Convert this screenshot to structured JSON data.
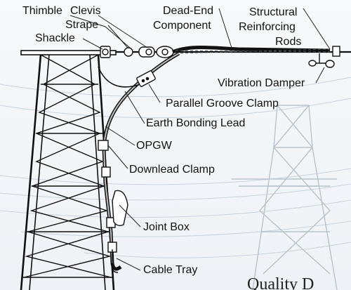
{
  "labels": {
    "thimble": "Thimble",
    "clevis": "Clevis",
    "dead_end_1": "Dead-End",
    "dead_end_2": "Component",
    "structural_1": "Structural",
    "structural_2": "Reinforcing",
    "structural_3": "Rods",
    "strape": "Strape",
    "shackle": "Shackle",
    "vibration_damper": "Vibration Damper",
    "parallel_groove_clamp": "Parallel Groove Clamp",
    "earth_bonding_lead": "Earth Bonding Lead",
    "opgw": "OPGW",
    "downlead_clamp": "Downlead Clamp",
    "joint_box": "Joint Box",
    "cable_tray": "Cable Tray"
  },
  "watermark": "Quality D"
}
